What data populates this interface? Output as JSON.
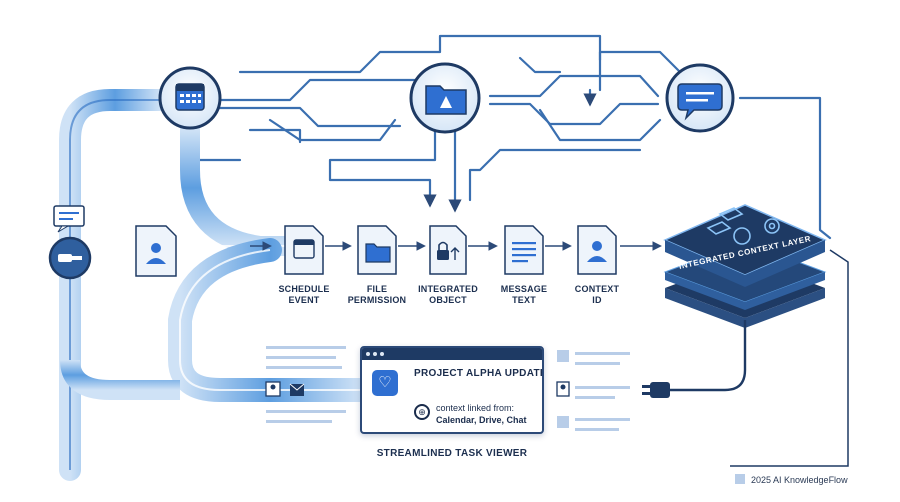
{
  "nodes": [
    {
      "id": "schedule",
      "label": "SCHEDULE\nEVENT",
      "icon": "calendar-icon"
    },
    {
      "id": "file",
      "label": "FILE\nPERMISSION",
      "icon": "folder-icon"
    },
    {
      "id": "integrated",
      "label": "INTEGRATED\nOBJECT",
      "icon": "lock-document-icon"
    },
    {
      "id": "message",
      "label": "MESSAGE\nTEXT",
      "icon": "text-document-icon"
    },
    {
      "id": "context",
      "label": "CONTEXT\nID",
      "icon": "id-card-icon"
    }
  ],
  "layer": {
    "label": "INTEGRATED CONTEXT LAYER"
  },
  "card": {
    "title": "PROJECT ALPHA UPDATE",
    "context_prefix": "context linked from:",
    "context_sources": "Calendar, Drive, Chat"
  },
  "viewer": {
    "label": "STREAMLINED TASK VIEWER"
  },
  "footer": {
    "text": "2025 AI KnowledgeFlow"
  },
  "colors": {
    "pipe": "#4b8fd6",
    "dark": "#1e3a64",
    "accent": "#2f6fd1"
  }
}
